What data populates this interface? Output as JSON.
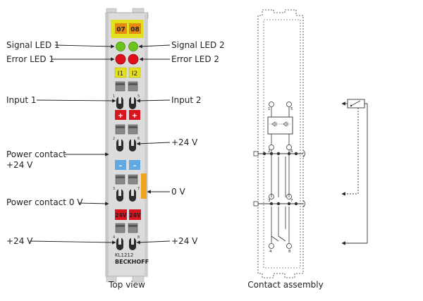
{
  "labels": {
    "signal_led_1": "Signal LED 1",
    "signal_led_2": "Signal LED 2",
    "error_led_1": "Error LED 1",
    "error_led_2": "Error LED 2",
    "input_1": "Input 1",
    "input_2": "Input 2",
    "plus24_right_upper": "+24 V",
    "power_contact_plus_line1": "Power contact",
    "power_contact_plus_line2": "+24 V",
    "zero_v_right": "0 V",
    "power_contact_0v": "Power contact 0 V",
    "plus24_left_bottom": "+24 V",
    "plus24_right_bottom": "+24 V",
    "caption_top_view": "Top view",
    "caption_contact_assembly": "Contact assembly"
  },
  "module": {
    "channel_labels": [
      "07",
      "08"
    ],
    "input_labels": [
      "I1",
      "I2"
    ],
    "plus_marks": [
      "+",
      "+"
    ],
    "minus_marks": [
      "–",
      "–"
    ],
    "voltage_labels": [
      "24V",
      "24V"
    ],
    "model": "KL1212",
    "brand": "BECKHOFF",
    "terminal_numbers": {
      "top": [
        "1",
        "5"
      ],
      "upper_mid": [
        "2",
        "6"
      ],
      "lower_mid": [
        "3",
        "7"
      ],
      "bottom": [
        "4",
        "8"
      ]
    }
  },
  "contact": {
    "terminal_numbers": {
      "t1": "1",
      "t5": "5",
      "t2": "2",
      "t6": "6",
      "t3": "3",
      "t7": "7",
      "t4": "4",
      "t8": "8"
    }
  },
  "colors": {
    "housing": "#dcdcdc",
    "housing_dark": "#c4c4c4",
    "label_yellow": "#e3e01f",
    "label_orange": "#e88a12",
    "led_green": "#6cc41e",
    "led_red": "#e0101a",
    "red_block": "#d8141e",
    "blue_block": "#62a8e0",
    "side_orange": "#f0a41e",
    "line": "#333333"
  }
}
